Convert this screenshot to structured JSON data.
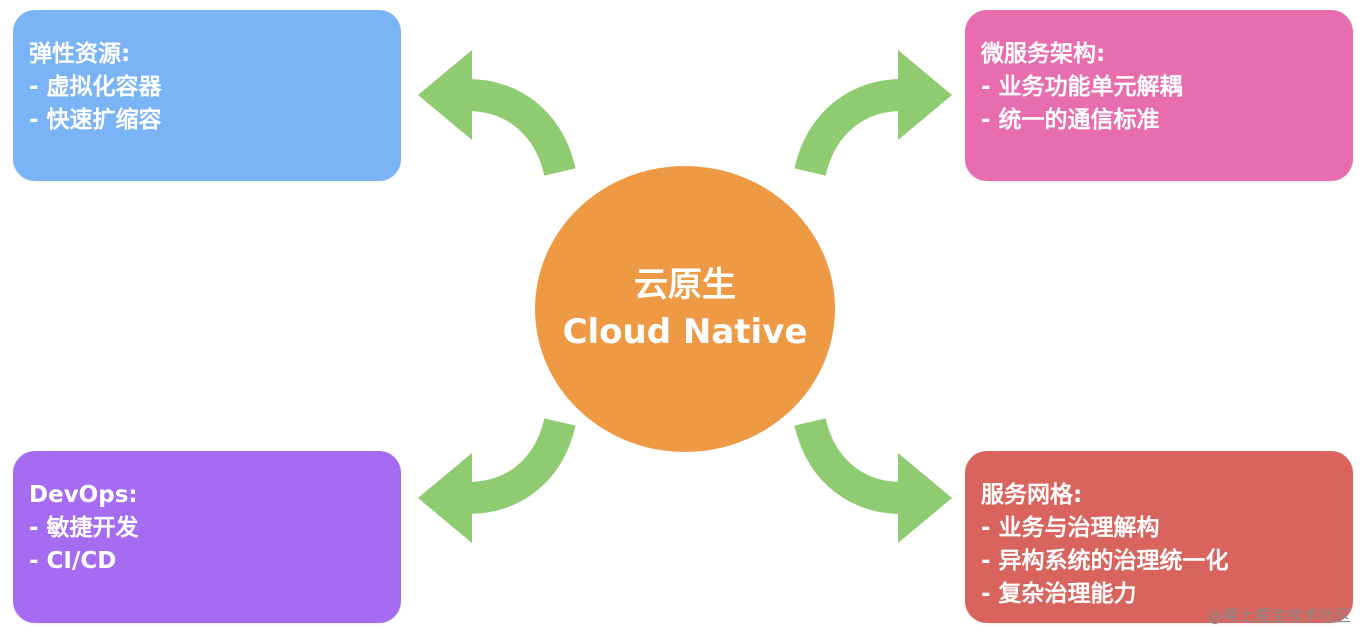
{
  "center": {
    "title_zh": "云原生",
    "title_en": "Cloud Native",
    "color": "#EE9A45"
  },
  "boxes": [
    {
      "id": "tl",
      "title": "弹性资源:",
      "items": [
        "- 虚拟化容器",
        "- 快速扩缩容"
      ],
      "color": "#7BB3F7"
    },
    {
      "id": "tr",
      "title": "微服务架构:",
      "items": [
        "- 业务功能单元解耦",
        "- 统一的通信标准"
      ],
      "color": "#E86DAE"
    },
    {
      "id": "bl",
      "title": "DevOps:",
      "items": [
        "- 敏捷开发",
        "- CI/CD"
      ],
      "color": "#A56CF2"
    },
    {
      "id": "br",
      "title": "服务网格:",
      "items": [
        "- 业务与治理解构",
        "- 异构系统的治理统一化",
        "- 复杂治理能力"
      ],
      "color": "#D9645E"
    }
  ],
  "arrow_color": "#8FCB70",
  "watermark": "@稀土掘金技术社区"
}
